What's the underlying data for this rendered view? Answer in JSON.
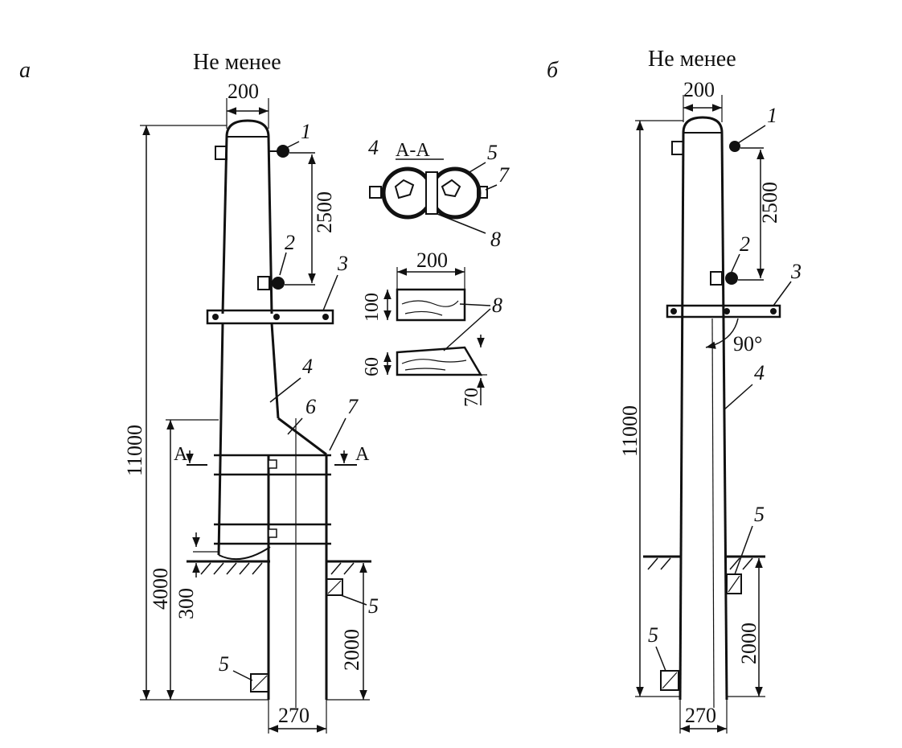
{
  "panel_a": {
    "letter": "а",
    "caption": "Не менее",
    "dim_top": "200",
    "dim_total": "11000",
    "dim_insulator": "2500",
    "dim_attach": "4000",
    "dim_depth_small": "300",
    "dim_depth": "2000",
    "dim_base": "270",
    "section_label": "А-А",
    "cut_left": "А",
    "cut_right": "А",
    "callouts": [
      "1",
      "2",
      "3",
      "4",
      "5",
      "6",
      "7",
      "8"
    ]
  },
  "detail": {
    "dim_width": "200",
    "dim_h1": "100",
    "dim_h2": "60",
    "dim_h3": "70",
    "callout": "8"
  },
  "panel_b": {
    "letter": "б",
    "caption": "Не менее",
    "dim_top": "200",
    "dim_total": "11000",
    "dim_insulator": "2500",
    "dim_depth": "2000",
    "dim_base": "270",
    "angle": "90°",
    "callouts": [
      "1",
      "2",
      "3",
      "4",
      "5"
    ]
  }
}
